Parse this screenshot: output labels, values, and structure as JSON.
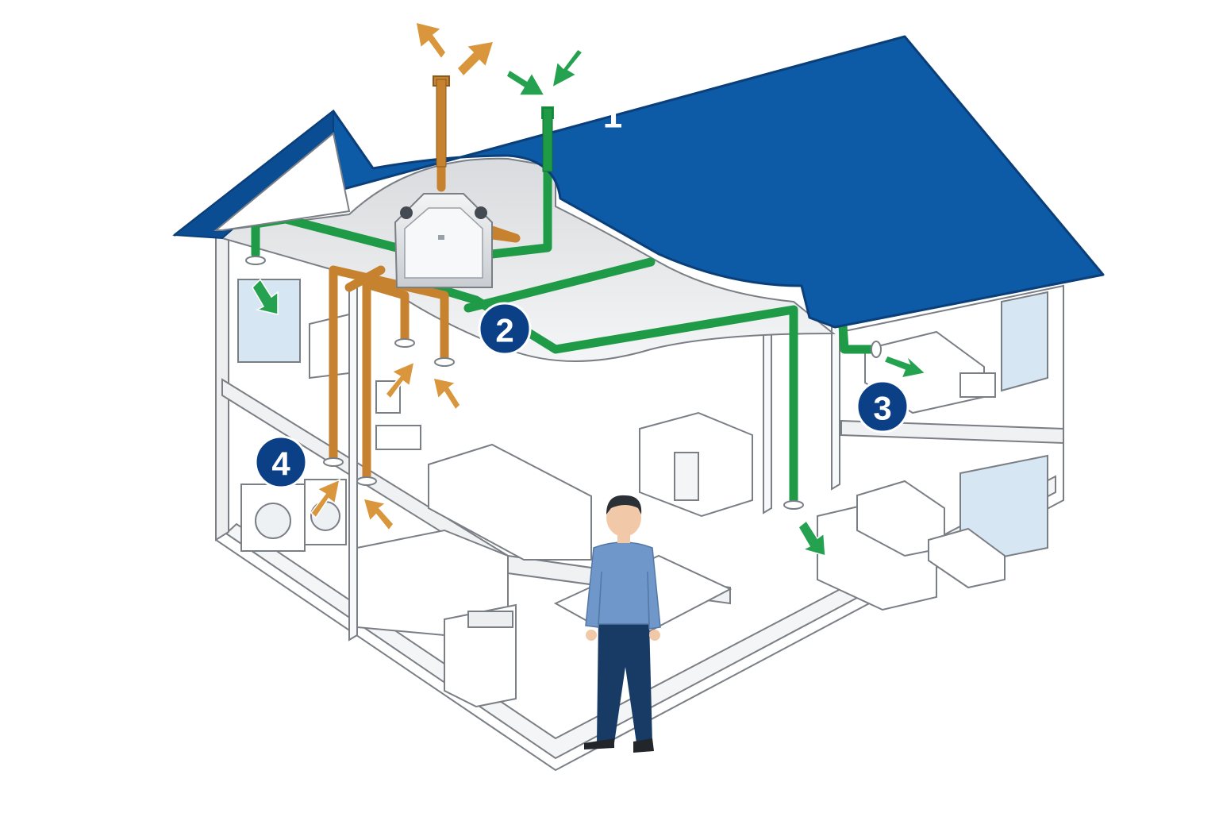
{
  "diagram": {
    "labels": {
      "one": "1",
      "two": "2",
      "three": "3",
      "four": "4"
    },
    "colors": {
      "roof": "#0d5aa7",
      "roof_outline": "#0a3f7a",
      "supply_duct": "#1f9a47",
      "extract_duct": "#c7822f",
      "badge": "#0b3f86",
      "badge_text": "#ffffff",
      "walls_outline": "#7a7f86",
      "person_shirt": "#6f97c9",
      "person_pants": "#183b66",
      "unit_body": "#e4e6e9"
    },
    "icons": [
      "supply-air-arrow",
      "exhaust-air-arrow",
      "ventilation-unit",
      "person"
    ]
  }
}
